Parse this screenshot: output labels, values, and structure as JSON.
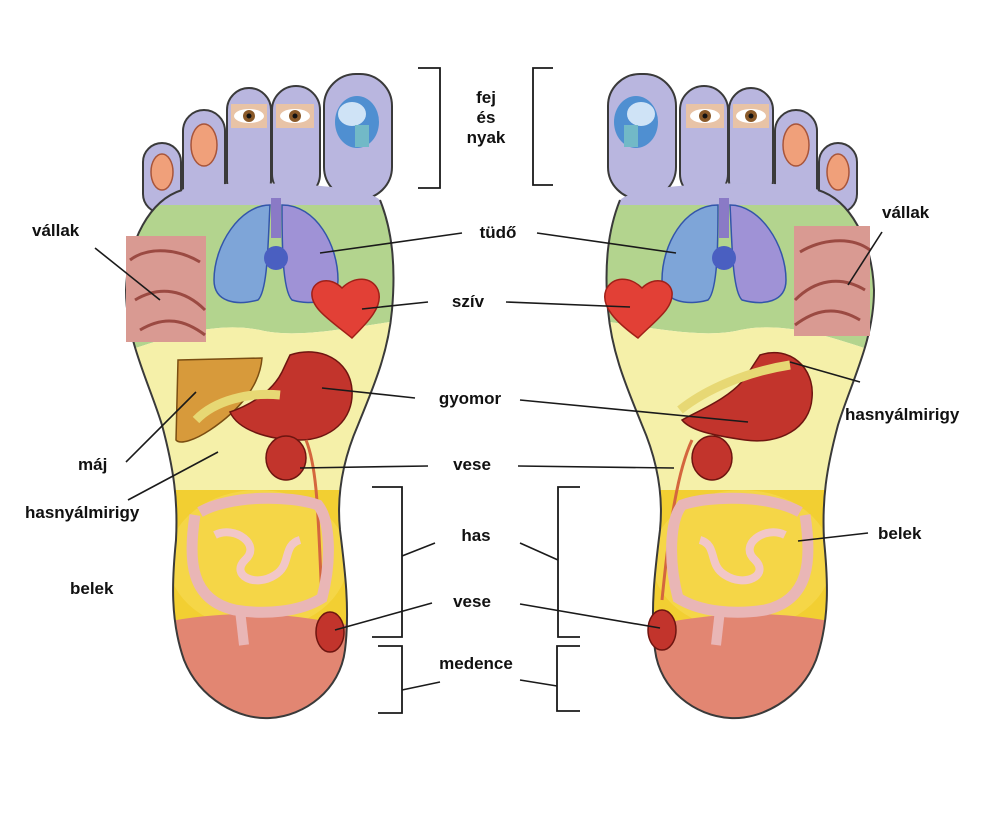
{
  "labels": {
    "head_neck_1": "fej",
    "head_neck_2": "és",
    "head_neck_3": "nyak",
    "shoulders": "vállak",
    "lung": "tüdő",
    "heart": "szív",
    "stomach": "gyomor",
    "liver": "máj",
    "pancreas": "hasnyálmirigy",
    "kidney": "vese",
    "abdomen": "has",
    "intestines": "belek",
    "pelvis": "medence"
  },
  "zone_colors": {
    "head_neck": "#b9b6df",
    "chest": "#b3d48e",
    "upper_abdomen": "#f5f0a9",
    "lower_abdomen": "#f2cf32",
    "pelvis": "#e28672"
  }
}
